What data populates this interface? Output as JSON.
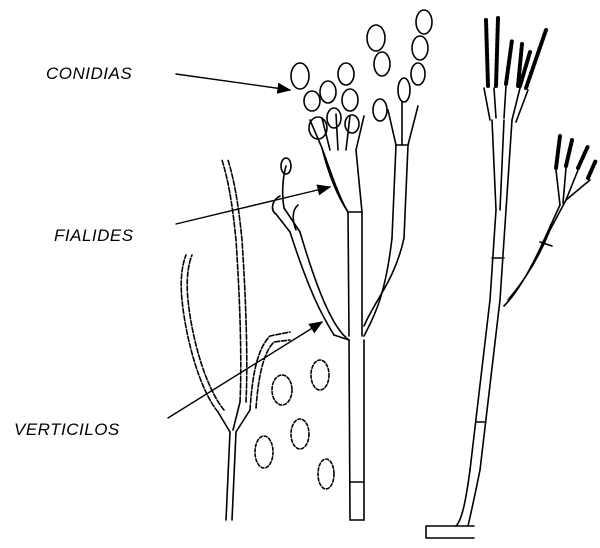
{
  "labels": {
    "conidias": "CONIDIAS",
    "fialides": "FIALIDES",
    "verticilos": "VERTICILOS"
  },
  "colors": {
    "ink": "#000000",
    "background": "#ffffff"
  }
}
